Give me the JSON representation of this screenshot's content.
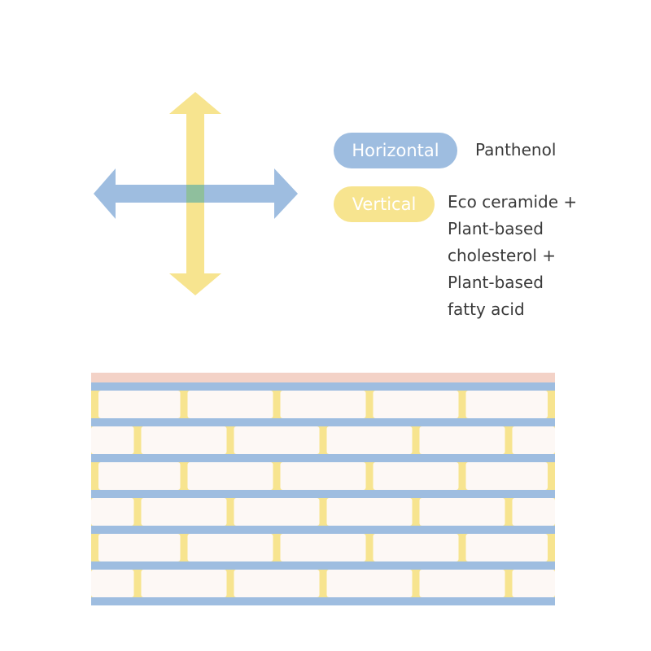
{
  "colors": {
    "horizontal": "#9ebde0",
    "vertical": "#f7e48f",
    "overlap": "#8fbf9d",
    "brick": "#fdf8f5",
    "top_layer": "#f3d2c7"
  },
  "legend": {
    "horizontal": {
      "label": "Horizontal",
      "description": "Panthenol"
    },
    "vertical": {
      "label": "Vertical",
      "description_lines": [
        "Eco ceramide +",
        "Plant-based",
        "cholesterol +",
        "Plant-based",
        "fatty acid"
      ]
    }
  },
  "wall": {
    "rows": 6,
    "columns": 5
  }
}
